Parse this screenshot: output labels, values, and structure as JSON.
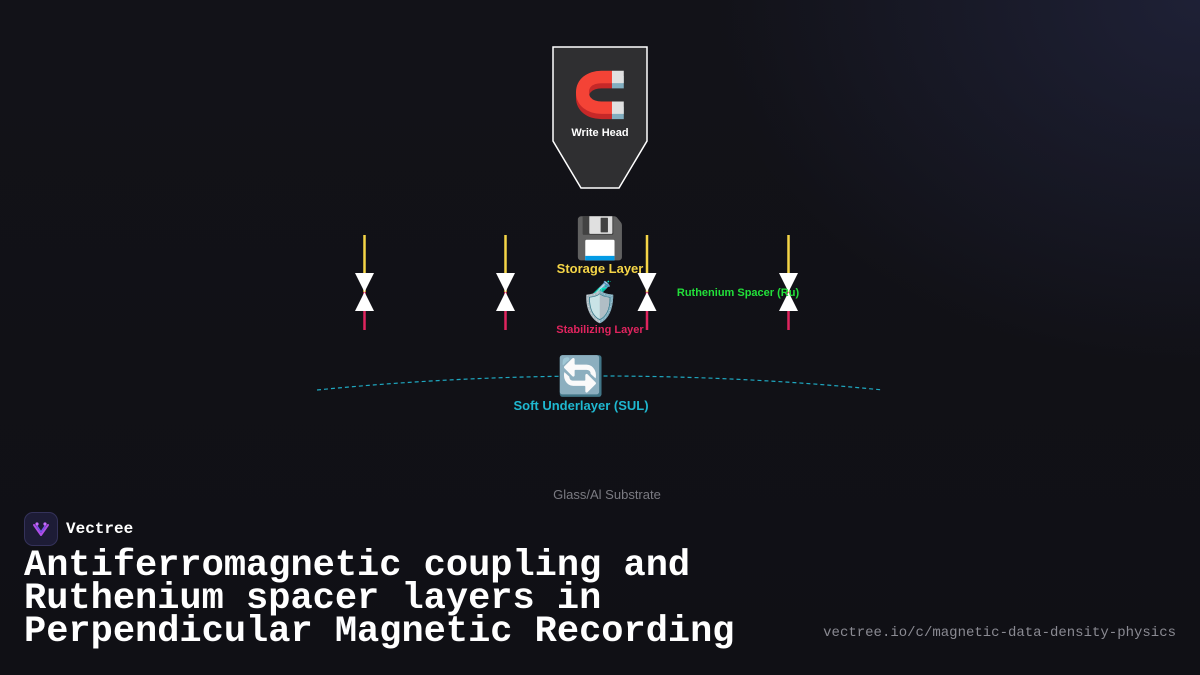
{
  "diagram": {
    "write_head": {
      "icon": "magnet-icon",
      "label": "Write Head"
    },
    "storage_layer": {
      "icon": "floppy-disk-icon",
      "label": "Storage Layer",
      "color": "#f5d547"
    },
    "ruthenium_spacer": {
      "label": "Ruthenium Spacer (Ru)",
      "color": "#22e03a"
    },
    "stabilizing_layer": {
      "icon": "shield-icon",
      "label": "Stabilizing Layer",
      "color": "#e0245e"
    },
    "soft_underlayer": {
      "icon": "cycle-arrows-icon",
      "label": "Soft Underlayer (SUL)",
      "color": "#1fb8d0"
    },
    "substrate": {
      "label": "Glass/Al Substrate"
    },
    "grains": {
      "count": 4,
      "up_color": "#f5d547",
      "down_color": "#e0245e"
    }
  },
  "brand": {
    "name": "Vectree",
    "icon": "vectree-logo-icon"
  },
  "title": "Antiferromagnetic coupling and Ruthenium spacer layers in Perpendicular Magnetic Recording",
  "url": "vectree.io/c/magnetic-data-density-physics"
}
